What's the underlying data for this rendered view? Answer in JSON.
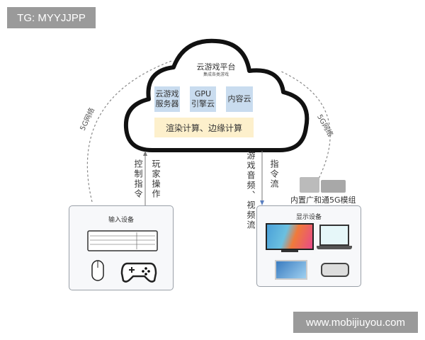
{
  "watermarks": {
    "top": "TG: MYYJJPP",
    "bottom": "www.mobijiuyou.com"
  },
  "cloud": {
    "title": "云游戏平台",
    "subtitle": "集成各类游戏",
    "boxes": [
      {
        "line1": "云游戏",
        "line2": "服务器"
      },
      {
        "line1": "GPU",
        "line2": "引擎云"
      },
      {
        "line1": "内容云",
        "line2": ""
      }
    ],
    "compute": "渲染计算、边缘计算"
  },
  "links": {
    "left": "5G网络",
    "right": "5G网络"
  },
  "arrows": {
    "up_left": "控制指令",
    "up_right": "玩家操作",
    "down_left": "游戏音频、视频流",
    "down_right": "指令流"
  },
  "module_label": "内置广和通5G模组",
  "input_panel": {
    "title": "输入设备",
    "devices": [
      "keyboard",
      "mouse",
      "gamepad"
    ]
  },
  "display_panel": {
    "title": "显示设备",
    "devices": [
      "tv",
      "laptop",
      "tablet",
      "vr-headset"
    ]
  },
  "colors": {
    "blue_box": "#c9dcef",
    "yellow_bar": "#fdf0cc",
    "cloud_stroke": "#111111"
  }
}
